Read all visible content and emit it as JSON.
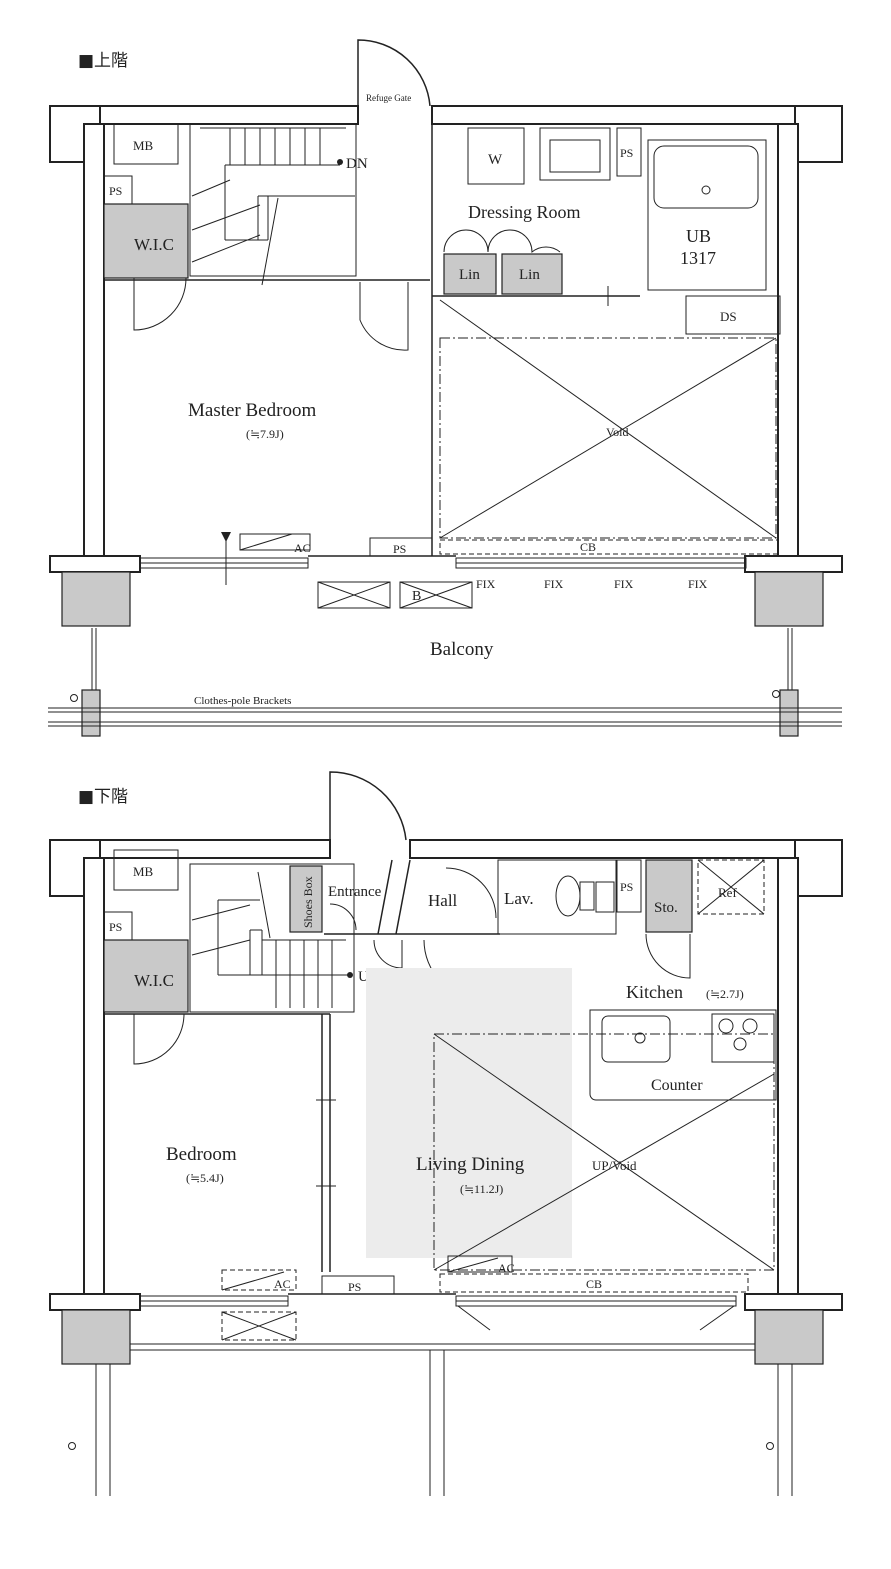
{
  "upper": {
    "header": "■上階",
    "refuge_gate": "Refuge Gate",
    "mb": "MB",
    "ps_left": "PS",
    "wic": "W.I.C",
    "dn": "DN",
    "w": "W",
    "ps_top": "PS",
    "dressing_room": "Dressing Room",
    "lin1": "Lin",
    "lin2": "Lin",
    "ub": "UB",
    "ub_size": "1317",
    "ds": "DS",
    "master_bedroom": "Master Bedroom",
    "master_bedroom_size": "(≒7.9J)",
    "void": "Void",
    "ac": "AC",
    "ps_bottom": "PS",
    "cb": "CB",
    "b": "B",
    "fix1": "FIX",
    "fix2": "FIX",
    "fix3": "FIX",
    "fix4": "FIX",
    "balcony": "Balcony",
    "clothes_pole": "Clothes-pole Brackets"
  },
  "lower": {
    "header": "■下階",
    "mb": "MB",
    "ps_left": "PS",
    "wic": "W.I.C",
    "shoes_box": "Shoes Box",
    "entrance": "Entrance",
    "hall": "Hall",
    "lav": "Lav.",
    "ps_top": "PS",
    "sto": "Sto.",
    "ref": "Ref",
    "up": "UP",
    "kitchen": "Kitchen",
    "kitchen_size": "(≒2.7J)",
    "counter": "Counter",
    "bedroom": "Bedroom",
    "bedroom_size": "(≒5.4J)",
    "living_dining": "Living Dining",
    "living_dining_size": "(≒11.2J)",
    "up_void": "UP/Void",
    "ac1": "AC",
    "ac2": "AC",
    "ps_bottom": "PS",
    "cb": "CB"
  }
}
